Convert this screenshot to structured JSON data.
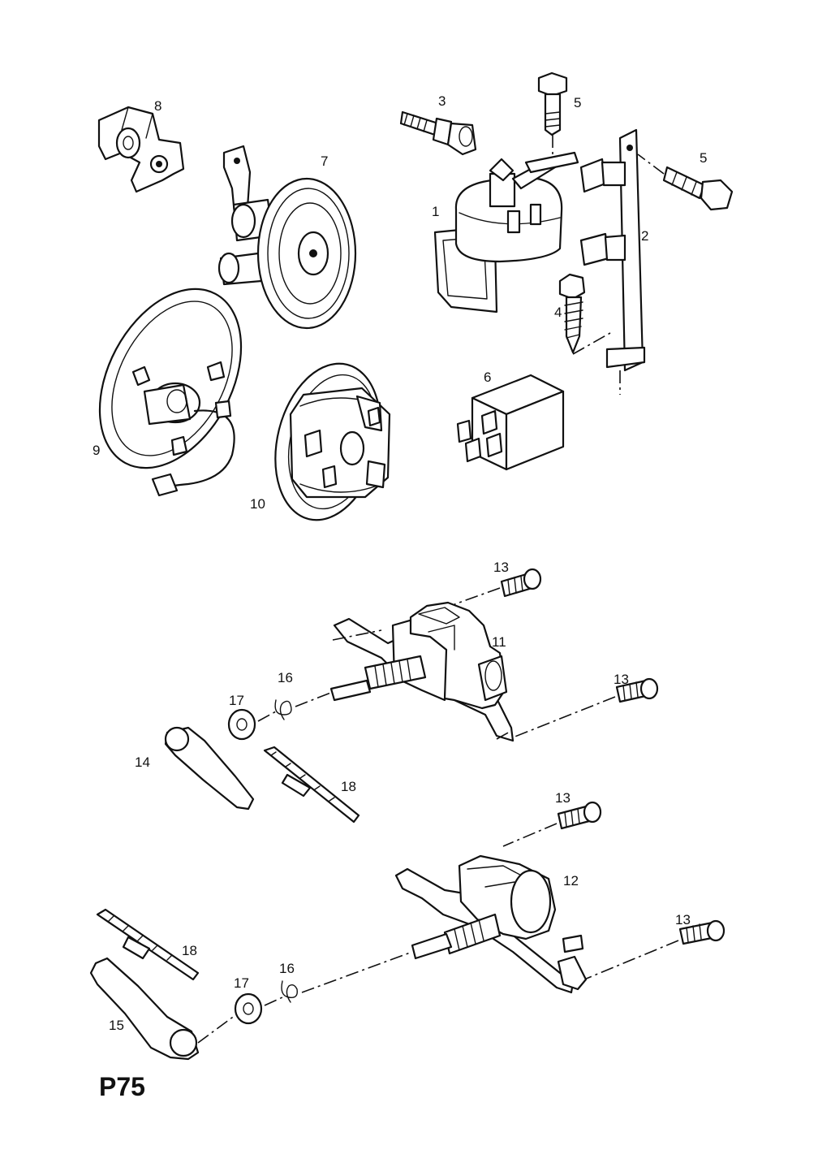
{
  "page_code": "P75",
  "callouts": {
    "c1": "1",
    "c2": "2",
    "c3": "3",
    "c4": "4",
    "c5a": "5",
    "c5b": "5",
    "c6": "6",
    "c7": "7",
    "c8": "8",
    "c9": "9",
    "c10": "10",
    "c11": "11",
    "c12": "12",
    "c13a": "13",
    "c13b": "13",
    "c13c": "13",
    "c13d": "13",
    "c14": "14",
    "c15": "15",
    "c16a": "16",
    "c16b": "16",
    "c17a": "17",
    "c17b": "17",
    "c18a": "18",
    "c18b": "18"
  }
}
